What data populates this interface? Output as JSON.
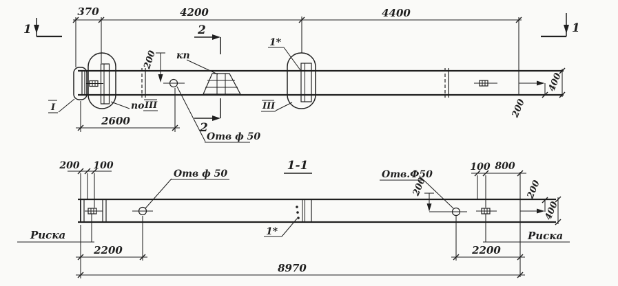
{
  "colors": {
    "ink": "#1f1f1f",
    "paper": "#fafaf8"
  },
  "top": {
    "dim370": "370",
    "dim4200": "4200",
    "dim4400": "4400",
    "dim2600": "2600",
    "dim200_hole": "200",
    "dim200_end": "200",
    "dim400_end": "400",
    "sec1_left": "1",
    "sec1_right": "1",
    "sec2_top": "2",
    "sec2_bottom": "2",
    "label_kp": "кп",
    "label_po": "по",
    "label_po_num": "III",
    "label_I": "I",
    "label_III": "III",
    "label_1star": "1*",
    "label_hole": "Отв ф 50"
  },
  "bottom": {
    "title": "1-1",
    "dim200_left": "200",
    "dim100_left": "100",
    "dim2200_left": "2200",
    "dim8970": "8970",
    "dim100_right": "100",
    "dim800_right": "800",
    "dim200_hole": "200",
    "dim200_end": "200",
    "dim400_end": "400",
    "dim2200_right": "2200",
    "label_hole_left": "Отв ф 50",
    "label_hole_right": "Отв.Ф50",
    "label_riska_left": "Риска",
    "label_riska_right": "Риска",
    "label_1star": "1*"
  }
}
